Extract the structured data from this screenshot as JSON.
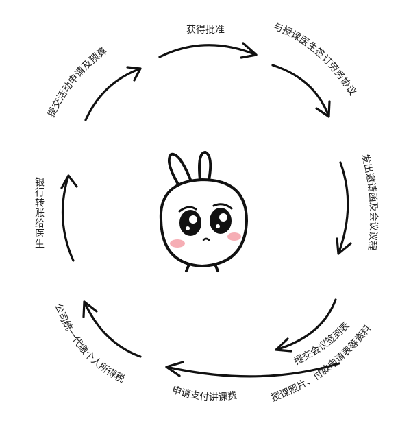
{
  "steps": [
    {
      "label": "提交活动申请及预算"
    },
    {
      "label": "获得批准"
    },
    {
      "label": "与授课医生签订劳务协议"
    },
    {
      "label": "发出邀请函及会议议程"
    },
    {
      "label": "提交会议签到表"
    },
    {
      "label": "授课照片、付款申请表等资料"
    },
    {
      "label": "申请支付讲课费"
    },
    {
      "label": "公司统一代缴个人所得税"
    },
    {
      "label": "银行转账给医生"
    }
  ],
  "center_image": "cartoon-bunny-pleading",
  "colors": {
    "arrow": "#111111",
    "text": "#222222",
    "blush": "#f4a0a8"
  }
}
